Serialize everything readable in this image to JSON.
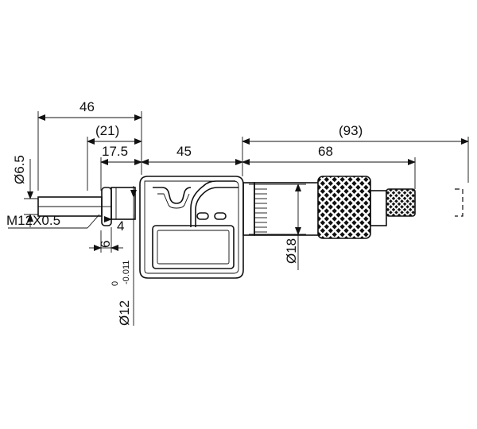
{
  "drawing": {
    "dimensions": {
      "overall_46": "46",
      "bracket_21": "(21)",
      "dim_17_5": "17.5",
      "body_45": "45",
      "bracket_93": "(93)",
      "thimble_68": "68",
      "dia_6_5": "Ø6.5",
      "thread": "M12X0.5",
      "dim_4": "4",
      "dim_6": "6",
      "dia_18": "Ø18",
      "dia_12": "Ø12",
      "tol_upper": "0",
      "tol_lower": "-0.011"
    }
  }
}
